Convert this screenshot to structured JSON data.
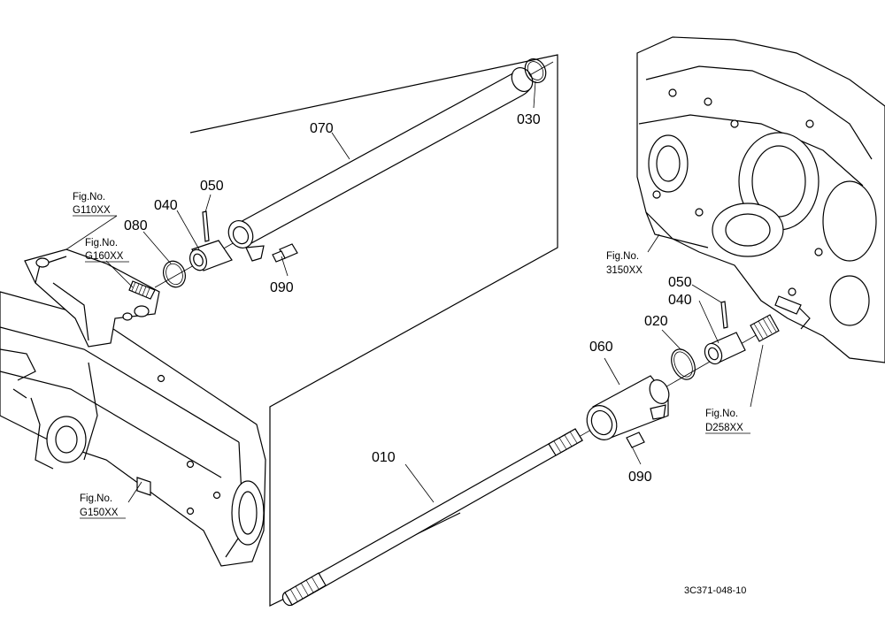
{
  "part_labels": {
    "p010": "010",
    "p020": "020",
    "p030": "030",
    "p040_left": "040",
    "p040_right": "040",
    "p050_left": "050",
    "p050_right": "050",
    "p060": "060",
    "p070": "070",
    "p080": "080",
    "p090_left": "090",
    "p090_right": "090"
  },
  "figure_refs": {
    "g110": {
      "title": "Fig.No.",
      "code": "G110XX"
    },
    "g160": {
      "title": "Fig.No.",
      "code": "G160XX"
    },
    "g150": {
      "title": "Fig.No.",
      "code": "G150XX"
    },
    "f3150": {
      "title": "Fig.No.",
      "code": "3150XX"
    },
    "d258": {
      "title": "Fig.No.",
      "code": "D258XX"
    }
  },
  "diagram_code": "3C371-048-10"
}
